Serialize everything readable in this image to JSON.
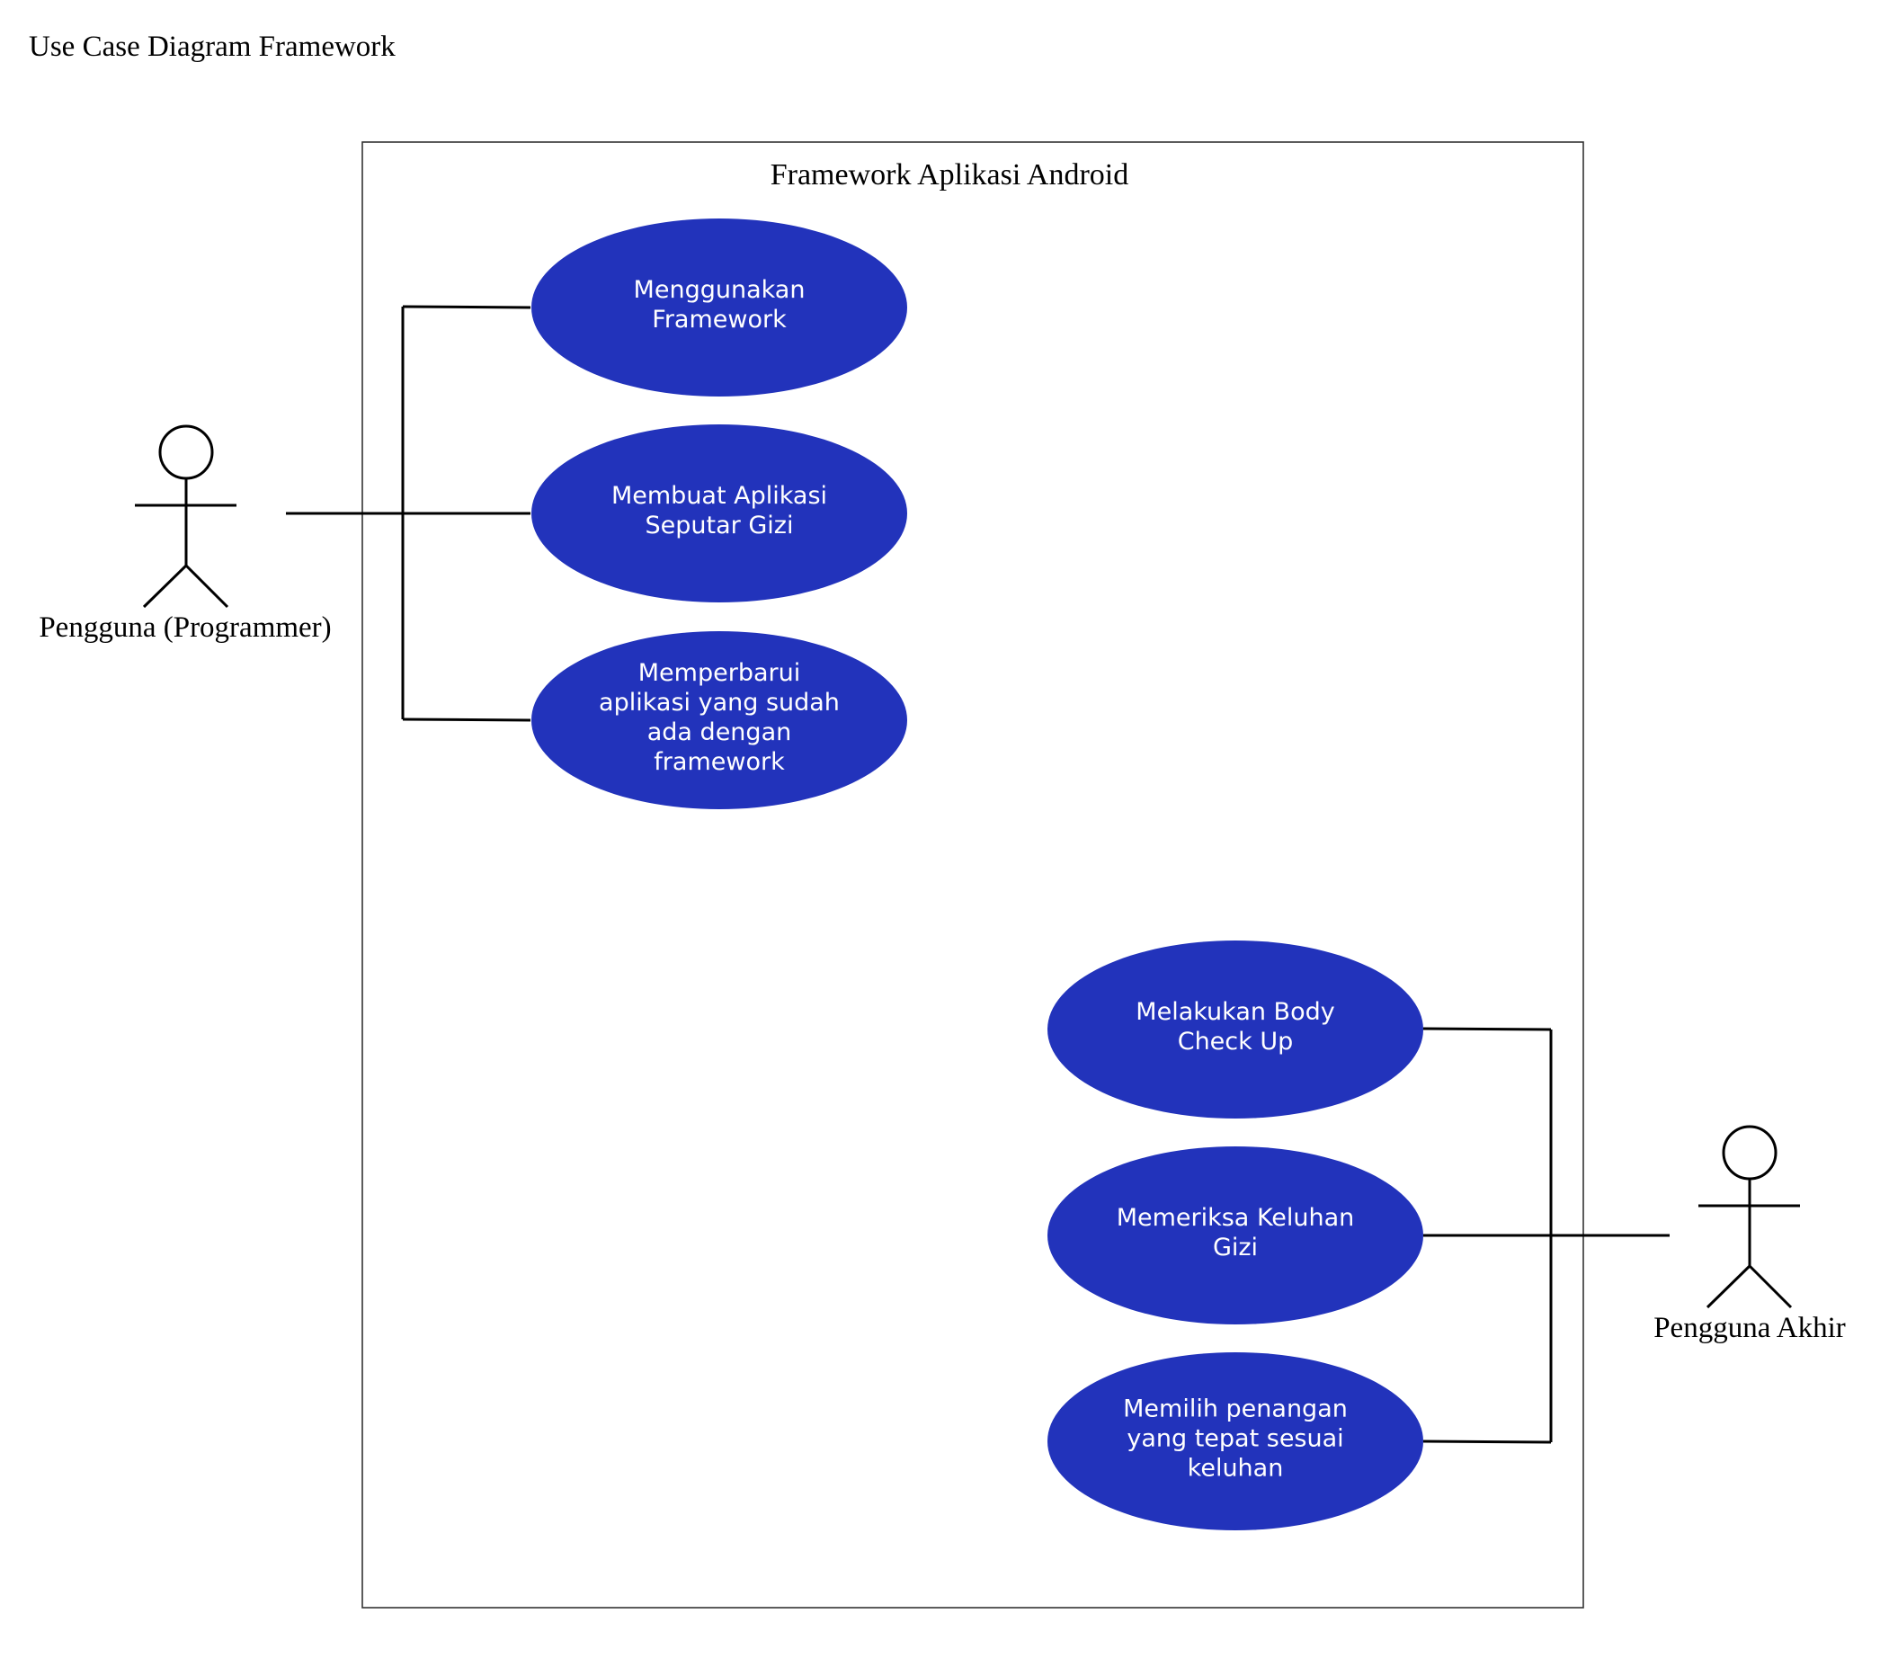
{
  "diagram": {
    "title": "Use Case Diagram Framework",
    "system_boundary": {
      "label": "Framework Aplikasi Android"
    },
    "colors": {
      "use_case_fill": "#2233bb",
      "use_case_text": "#ffffff",
      "line": "#000000",
      "background": "#ffffff"
    },
    "actors": [
      {
        "id": "programmer",
        "label": "Pengguna (Programmer)"
      },
      {
        "id": "end-user",
        "label": "Pengguna Akhir"
      }
    ],
    "use_cases": [
      {
        "id": "uc1",
        "actor": "programmer",
        "lines": [
          "Menggunakan",
          "Framework"
        ]
      },
      {
        "id": "uc2",
        "actor": "programmer",
        "lines": [
          "Membuat Aplikasi",
          "Seputar Gizi"
        ]
      },
      {
        "id": "uc3",
        "actor": "programmer",
        "lines": [
          "Memperbarui",
          "aplikasi yang sudah",
          "ada dengan",
          "framework"
        ]
      },
      {
        "id": "uc4",
        "actor": "end-user",
        "lines": [
          "Melakukan Body",
          "Check Up"
        ]
      },
      {
        "id": "uc5",
        "actor": "end-user",
        "lines": [
          "Memeriksa Keluhan",
          "Gizi"
        ]
      },
      {
        "id": "uc6",
        "actor": "end-user",
        "lines": [
          "Memilih penangan",
          "yang tepat sesuai",
          "keluhan"
        ]
      }
    ]
  }
}
